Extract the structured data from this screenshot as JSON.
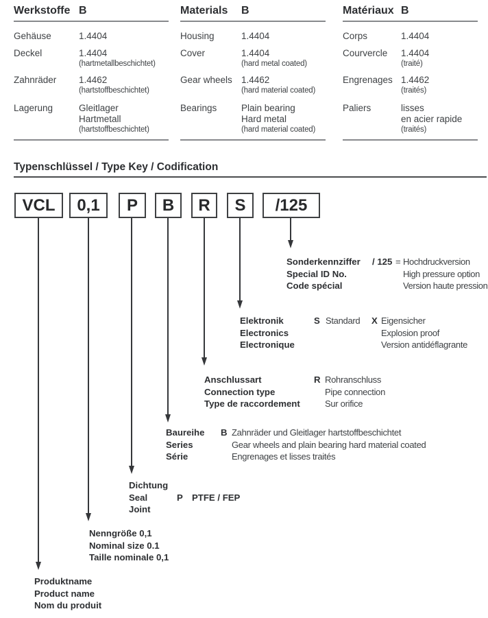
{
  "materials": {
    "columns": [
      {
        "title": "Werkstoffe",
        "code": "B",
        "rows": [
          {
            "label": "Gehäuse",
            "lines": [
              "1.4404"
            ]
          },
          {
            "label": "Deckel",
            "lines": [
              "1.4404"
            ],
            "note": "(hartmetallbeschichtet)"
          },
          {
            "label": "Zahnräder",
            "lines": [
              "1.4462"
            ],
            "note": "(hartstoffbeschichtet)"
          },
          {
            "label": "Lagerung",
            "lines": [
              "Gleitlager",
              "Hartmetall"
            ],
            "note": "(hartstoffbeschichtet)"
          }
        ]
      },
      {
        "title": "Materials",
        "code": "B",
        "rows": [
          {
            "label": "Housing",
            "lines": [
              "1.4404"
            ]
          },
          {
            "label": "Cover",
            "lines": [
              "1.4404"
            ],
            "note": "(hard metal coated)"
          },
          {
            "label": "Gear wheels",
            "lines": [
              "1.4462"
            ],
            "note": "(hard material coated)"
          },
          {
            "label": "Bearings",
            "lines": [
              "Plain bearing",
              "Hard metal"
            ],
            "note": "(hard material coated)"
          }
        ]
      },
      {
        "title": "Matériaux",
        "code": "B",
        "rows": [
          {
            "label": "Corps",
            "lines": [
              "1.4404"
            ]
          },
          {
            "label": "Courvercle",
            "lines": [
              "1.4404"
            ],
            "note": "(traité)"
          },
          {
            "label": "Engrenages",
            "lines": [
              "1.4462"
            ],
            "note": "(traités)"
          },
          {
            "label": "Paliers",
            "lines": [
              "lisses",
              "en acier rapide"
            ],
            "note": "(traités)"
          }
        ]
      }
    ]
  },
  "type_key": {
    "heading": "Typenschlüssel / Type Key / Codification",
    "boxes": [
      "VCL",
      "0,1",
      "P",
      "B",
      "R",
      "S",
      "/125"
    ],
    "blocks": {
      "special": {
        "labels": [
          "Sonderkennziffer",
          "Special ID No.",
          "Code spécial"
        ],
        "code": "/ 125",
        "eq": "=",
        "desc": [
          "Hochdruckversion",
          "High pressure option",
          "Version haute pression"
        ]
      },
      "electronics": {
        "labels": [
          "Elektronik",
          "Electronics",
          "Electronique"
        ],
        "code": "S",
        "code_desc": "Standard",
        "code2": "X",
        "code2_desc": [
          "Eigensicher",
          "Explosion proof",
          "Version antidéflagrante"
        ]
      },
      "connection": {
        "labels": [
          "Anschlussart",
          "Connection type",
          "Type de raccordement"
        ],
        "code": "R",
        "desc": [
          "Rohranschluss",
          "Pipe connection",
          "Sur orifice"
        ]
      },
      "series": {
        "labels": [
          "Baureihe",
          "Series",
          "Série"
        ],
        "code": "B",
        "desc": [
          "Zahnräder und Gleitlager hartstoffbeschichtet",
          "Gear wheels and plain bearing hard material coated",
          "Engrenages et lisses traités"
        ]
      },
      "seal": {
        "labels": [
          "Dichtung",
          "Seal",
          "Joint"
        ],
        "code": "P",
        "desc": [
          "PTFE / FEP"
        ]
      },
      "size": {
        "labels": [
          "Nenngröße 0,1",
          "Nominal size 0.1",
          "Taille nominale 0,1"
        ]
      },
      "product": {
        "labels": [
          "Produktname",
          "Product name",
          "Nom du produit"
        ]
      }
    }
  },
  "colors": {
    "text": "#3e4144",
    "rule_gray": "#87898c",
    "rule_dark": "#4a4c4e",
    "line": "#35373a"
  }
}
